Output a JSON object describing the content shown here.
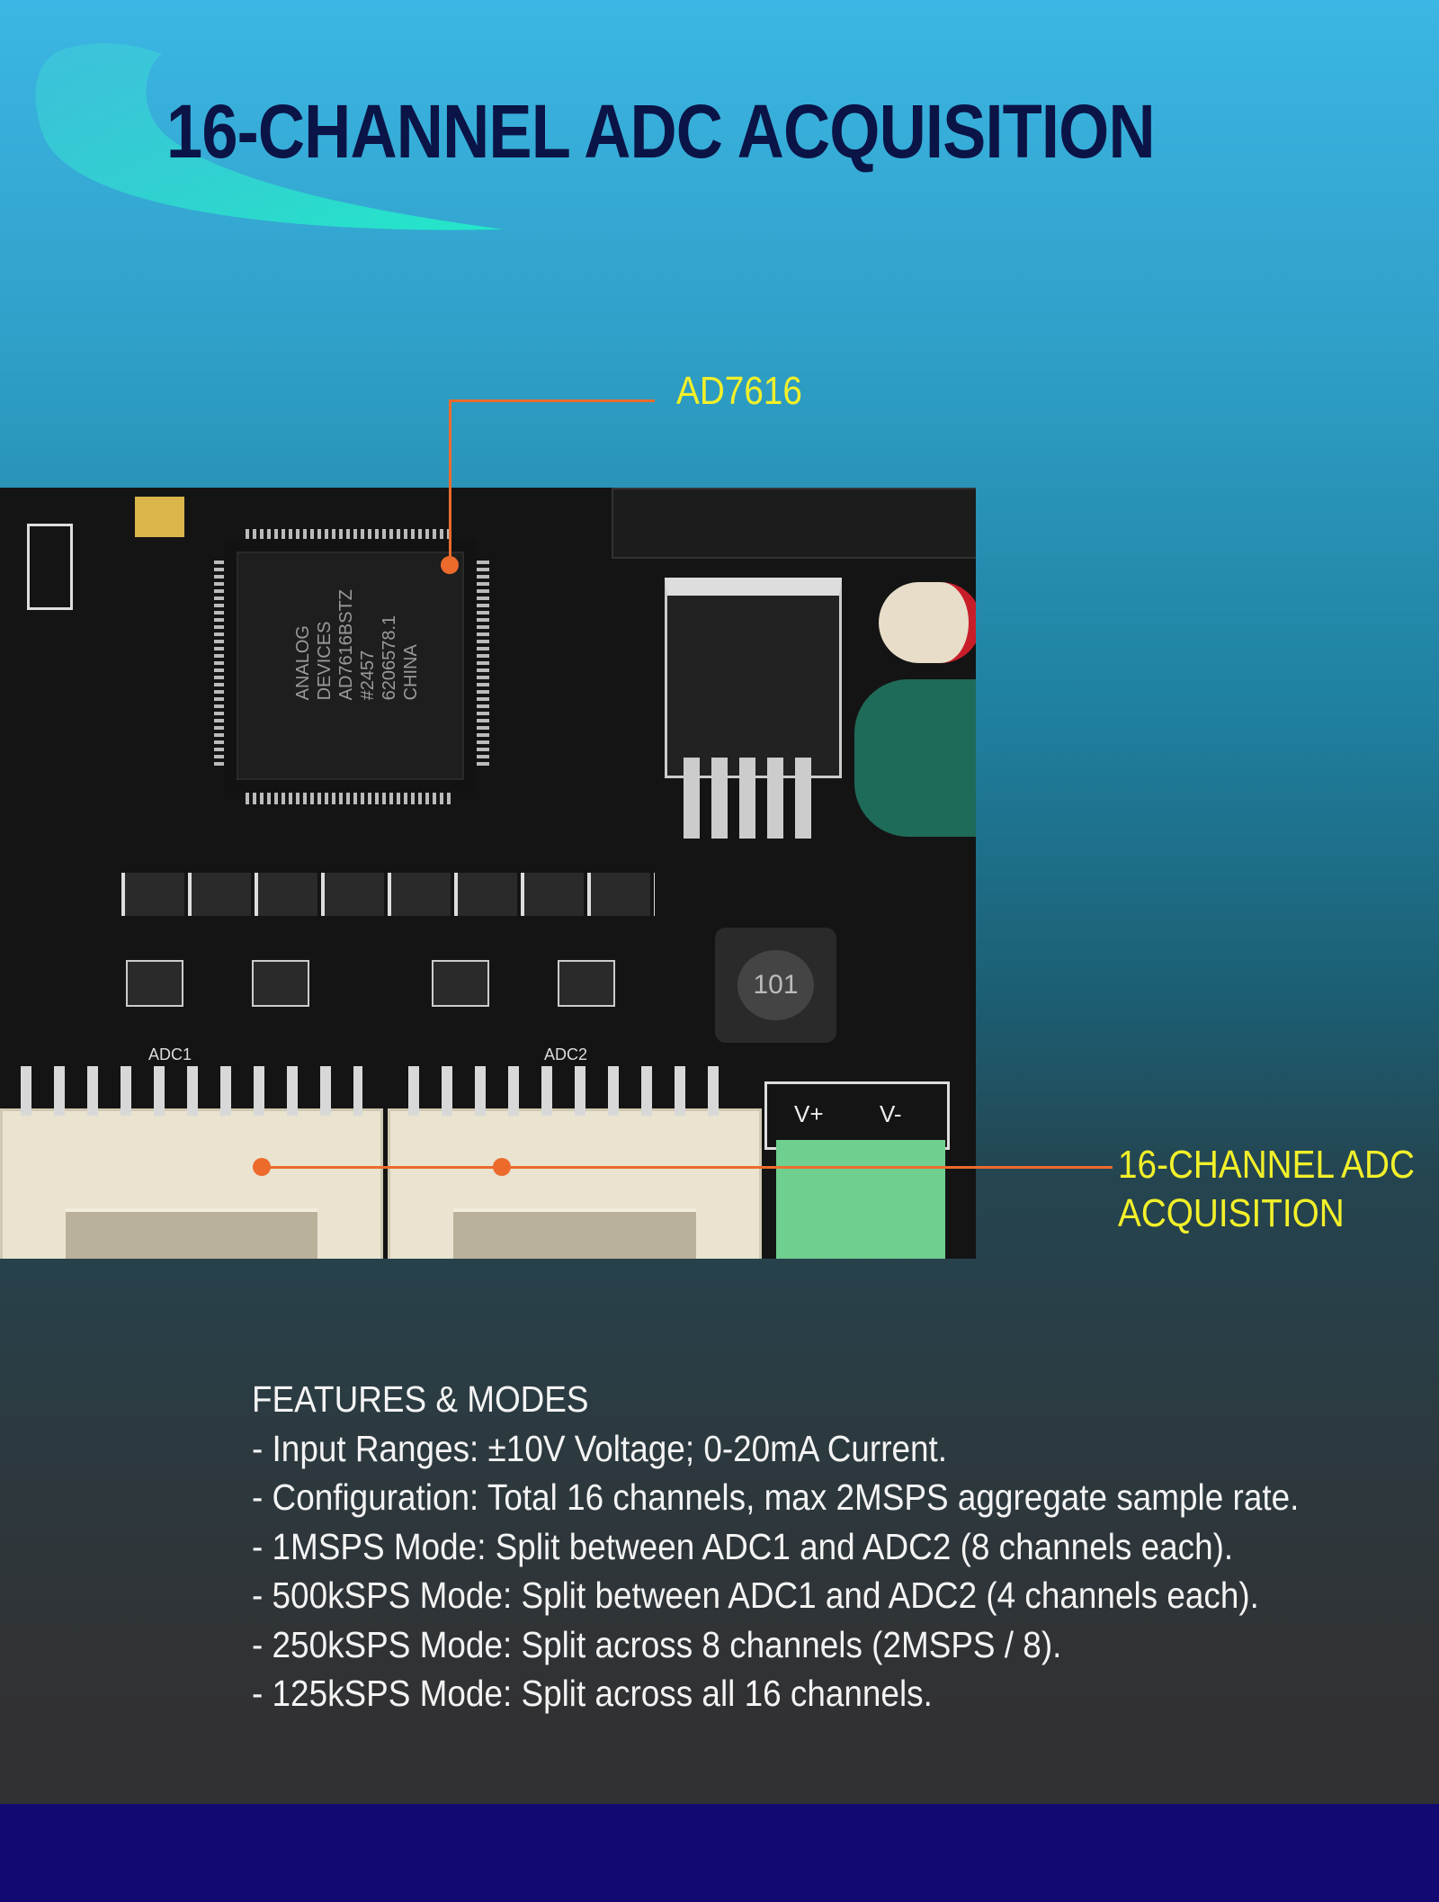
{
  "title": "16-CHANNEL ADC ACQUISITION",
  "callouts": {
    "chip_label": "AD7616",
    "connector_label_line1": "16-CHANNEL ADC",
    "connector_label_line2": "ACQUISITION"
  },
  "photo": {
    "chip_marking": [
      "ANALOG",
      "DEVICES",
      "AD7616BSTZ",
      "#2457",
      "6206578.1",
      "CHINA"
    ],
    "adc1_label": "ADC1",
    "adc2_label": "ADC2",
    "inductor_marking": "101",
    "terminal_labels": [
      "V+",
      "V-"
    ]
  },
  "features": {
    "heading": "FEATURES & MODES",
    "items": [
      "- Input Ranges: ±10V Voltage; 0-20mA Current.",
      "- Configuration: Total 16 channels, max 2MSPS aggregate sample rate.",
      "- 1MSPS Mode: Split between ADC1 and ADC2 (8 channels each).",
      "- 500kSPS Mode: Split between ADC1 and ADC2 (4 channels each).",
      "- 250kSPS Mode: Split across 8 channels (2MSPS / 8).",
      "- 125kSPS Mode: Split across all 16 channels."
    ]
  },
  "colors": {
    "title": "#0b1446",
    "callout_text": "#f2f02a",
    "callout_line": "#ec6b2c",
    "bottom_band": "#120a72"
  }
}
